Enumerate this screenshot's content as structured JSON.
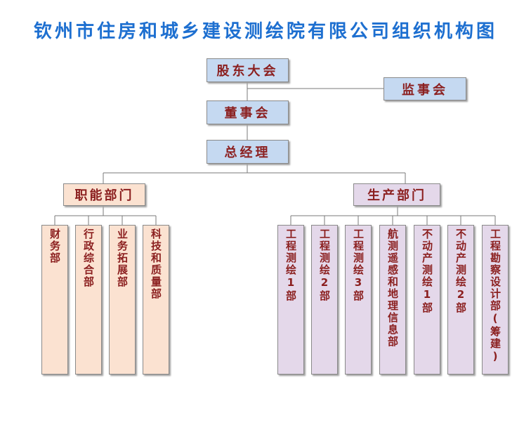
{
  "title": "钦州市住房和城乡建设测绘院有限公司组织机构图",
  "nodes": {
    "shareholders": "股东大会",
    "supervisory": "监事会",
    "board": "董事会",
    "gm": "总经理",
    "functional": "职能部门",
    "production": "生产部门"
  },
  "functional_departments": [
    "财务部",
    "行政综合部",
    "业务拓展部",
    "科技和质量部"
  ],
  "production_departments": [
    "工程测绘1部",
    "工程测绘2部",
    "工程测绘3部",
    "航测遥感和地理信息部",
    "不动产测绘1部",
    "不动产测绘2部",
    "工程勘察设计部(筹建)"
  ],
  "colors": {
    "title": "#1d6fd0",
    "top_nodes": "#c5d9f1",
    "functional": "#fbe2d1",
    "production": "#e4d8ea",
    "text": "#8b1f1f"
  }
}
